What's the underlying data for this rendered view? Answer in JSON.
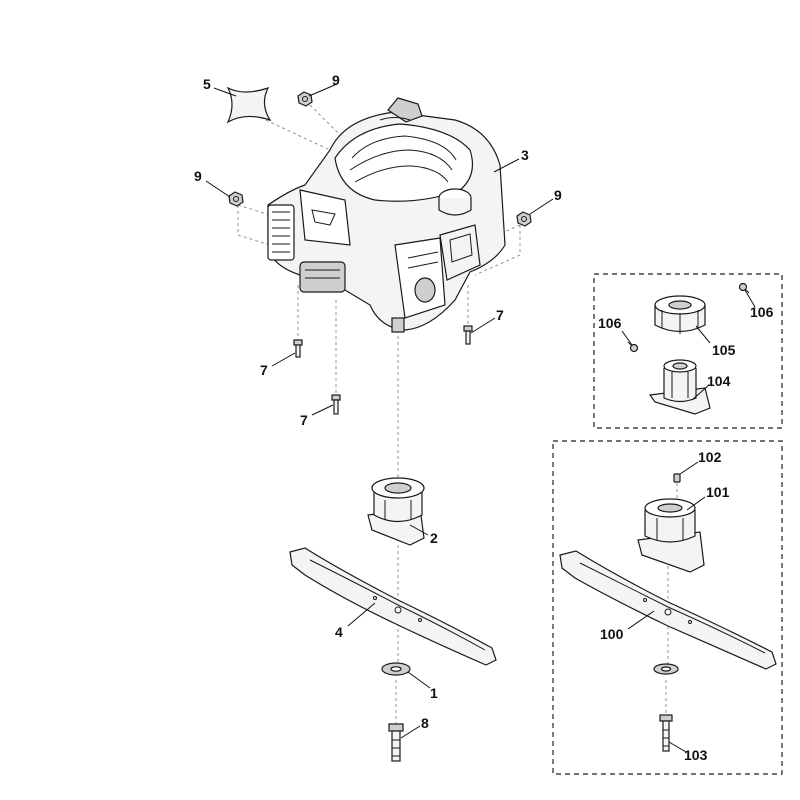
{
  "callouts": {
    "c5": "5",
    "c9a": "9",
    "c3": "3",
    "c9b": "9",
    "c9c": "9",
    "c7a": "7",
    "c7b": "7",
    "c7c": "7",
    "c2": "2",
    "c4": "4",
    "c1": "1",
    "c8": "8",
    "c106a": "106",
    "c106b": "106",
    "c105": "105",
    "c104": "104",
    "c102": "102",
    "c101": "101",
    "c100": "100",
    "c103": "103"
  },
  "colors": {
    "line": "#1a1a1a",
    "fill_light": "#f4f4f4",
    "fill_mid": "#cfcfcf",
    "dash": "#888888"
  }
}
